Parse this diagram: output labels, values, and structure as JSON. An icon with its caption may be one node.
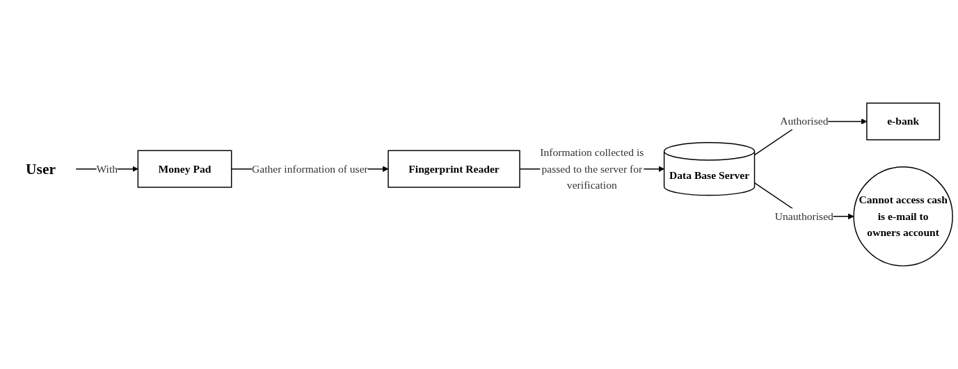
{
  "diagram": {
    "nodes": [
      {
        "text": [
          "User"
        ]
      },
      {
        "text": [
          "Money Pad"
        ]
      },
      {
        "text": [
          "Fingerprint Reader"
        ]
      },
      {
        "text": [
          "Data Base Server"
        ]
      },
      {
        "text": [
          "e-bank"
        ]
      },
      {
        "text": [
          "Cannot access cash is e-mail to owners account"
        ]
      }
    ],
    "edges": [
      {
        "from": 0,
        "to": 1,
        "arrow": "to",
        "label": "With"
      },
      {
        "from": 1,
        "to": 2,
        "arrow": "to",
        "label": "Gather information of user"
      },
      {
        "from": 2,
        "to": 3,
        "arrow": "to",
        "label": "Information collected is passed to the server for verification"
      },
      {
        "from": 3,
        "to": 4,
        "arrow": "to",
        "label": "Authorised"
      },
      {
        "from": 3,
        "to": 5,
        "arrow": "to",
        "label": "Unauthorised"
      }
    ]
  }
}
